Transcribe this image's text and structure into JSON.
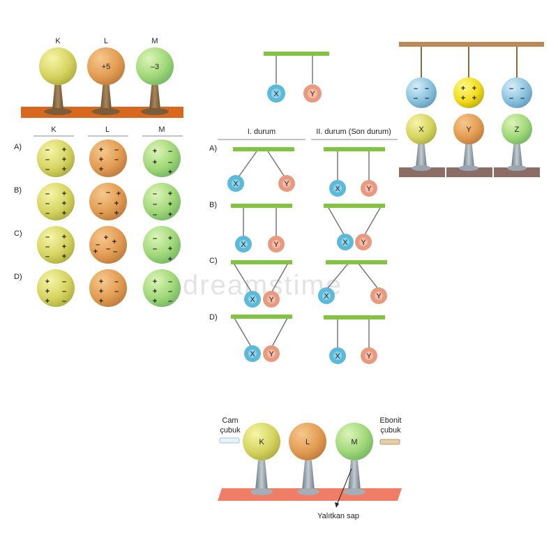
{
  "colors": {
    "yellow_sphere": "#dcd96a",
    "orange_sphere": "#e6a560",
    "green_sphere": "#a8dc7e",
    "blue_sphere": "#8ec6e0",
    "bright_yellow": "#f4e21e",
    "pink_bob": "#e89a80",
    "cyan_bob": "#5db9d8",
    "table_orange": "#d9681f",
    "table_brown": "#8a6e66",
    "table_salmon": "#f07d66",
    "green_bar": "#82c341",
    "stand_gray": "#8f9aa3",
    "stand_brown": "#8a6d4a"
  },
  "panel1": {
    "sphere_labels": [
      "K",
      "L",
      "M"
    ],
    "sphere_values": [
      "",
      "+5",
      "–3"
    ],
    "column_headers": [
      "K",
      "L",
      "M"
    ],
    "option_labels": [
      "A)",
      "B)",
      "C)",
      "D)"
    ]
  },
  "panel2": {
    "top_bobs": [
      "X",
      "Y"
    ],
    "column_headers": [
      "I. durum",
      "II. durum (Son durum)"
    ],
    "option_labels": [
      "A)",
      "B)",
      "C)",
      "D)"
    ]
  },
  "panel3": {
    "sphere_labels": [
      "X",
      "Y",
      "Z"
    ]
  },
  "panel4": {
    "sphere_labels": [
      "K",
      "L",
      "M"
    ],
    "cam_label_1": "Cam",
    "cam_label_2": "çubuk",
    "ebonit_label_1": "Ebonit",
    "ebonit_label_2": "çubuk",
    "handle_label": "Yalıtkan sap"
  },
  "watermark": "dreamstime"
}
